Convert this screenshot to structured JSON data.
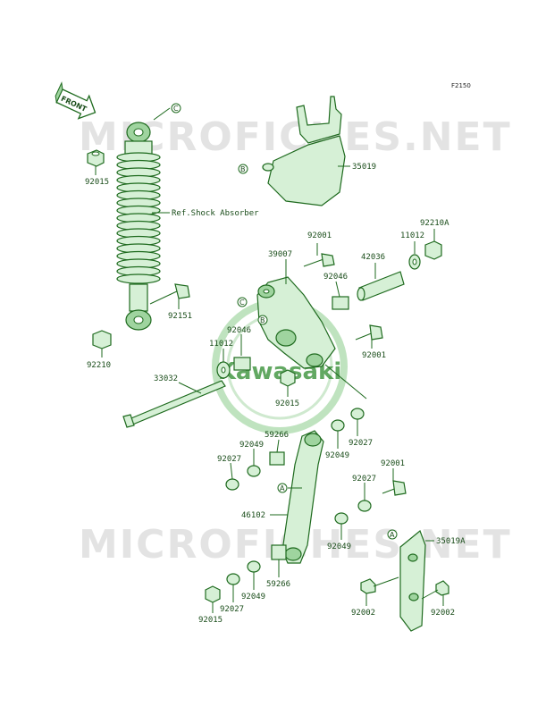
{
  "diagram_code": "F2150",
  "watermark": "MICROFICHES.NET",
  "logo_text": "Kawasaki",
  "front_label": "FRONT",
  "colors": {
    "line": "#1e6a1e",
    "fill": "#d6f0d6",
    "watermark": "#e3e3e3"
  },
  "parts": [
    {
      "id": "p92015a",
      "label": "92015"
    },
    {
      "id": "pref",
      "label": "Ref.Shock Absorber"
    },
    {
      "id": "p92151",
      "label": "92151"
    },
    {
      "id": "p92210",
      "label": "92210"
    },
    {
      "id": "p35019",
      "label": "35019"
    },
    {
      "id": "p92001a",
      "label": "92001"
    },
    {
      "id": "p39007",
      "label": "39007"
    },
    {
      "id": "p42036",
      "label": "42036"
    },
    {
      "id": "p11012a",
      "label": "11012"
    },
    {
      "id": "p92210A",
      "label": "92210A"
    },
    {
      "id": "p92046a",
      "label": "92046"
    },
    {
      "id": "p92046b",
      "label": "92046"
    },
    {
      "id": "p11012b",
      "label": "11012"
    },
    {
      "id": "p92001b",
      "label": "92001"
    },
    {
      "id": "p33032",
      "label": "33032"
    },
    {
      "id": "p92015b",
      "label": "92015"
    },
    {
      "id": "p59266a",
      "label": "59266"
    },
    {
      "id": "p92049a",
      "label": "92049"
    },
    {
      "id": "p92027a",
      "label": "92027"
    },
    {
      "id": "p92049b",
      "label": "92049"
    },
    {
      "id": "p92027b",
      "label": "92027"
    },
    {
      "id": "p92001c",
      "label": "92001"
    },
    {
      "id": "p92027c",
      "label": "92027"
    },
    {
      "id": "p46102",
      "label": "46102"
    },
    {
      "id": "p92049c",
      "label": "92049"
    },
    {
      "id": "p35019A",
      "label": "35019A"
    },
    {
      "id": "p59266b",
      "label": "59266"
    },
    {
      "id": "p92049d",
      "label": "92049"
    },
    {
      "id": "p92027d",
      "label": "92027"
    },
    {
      "id": "p92015c",
      "label": "92015"
    },
    {
      "id": "p92002a",
      "label": "92002"
    },
    {
      "id": "p92002b",
      "label": "92002"
    }
  ],
  "callouts": [
    {
      "id": "cC1",
      "letter": "C"
    },
    {
      "id": "cB1",
      "letter": "B"
    },
    {
      "id": "cC2",
      "letter": "C"
    },
    {
      "id": "cB2",
      "letter": "B"
    },
    {
      "id": "cA1",
      "letter": "A"
    },
    {
      "id": "cA2",
      "letter": "A"
    }
  ]
}
